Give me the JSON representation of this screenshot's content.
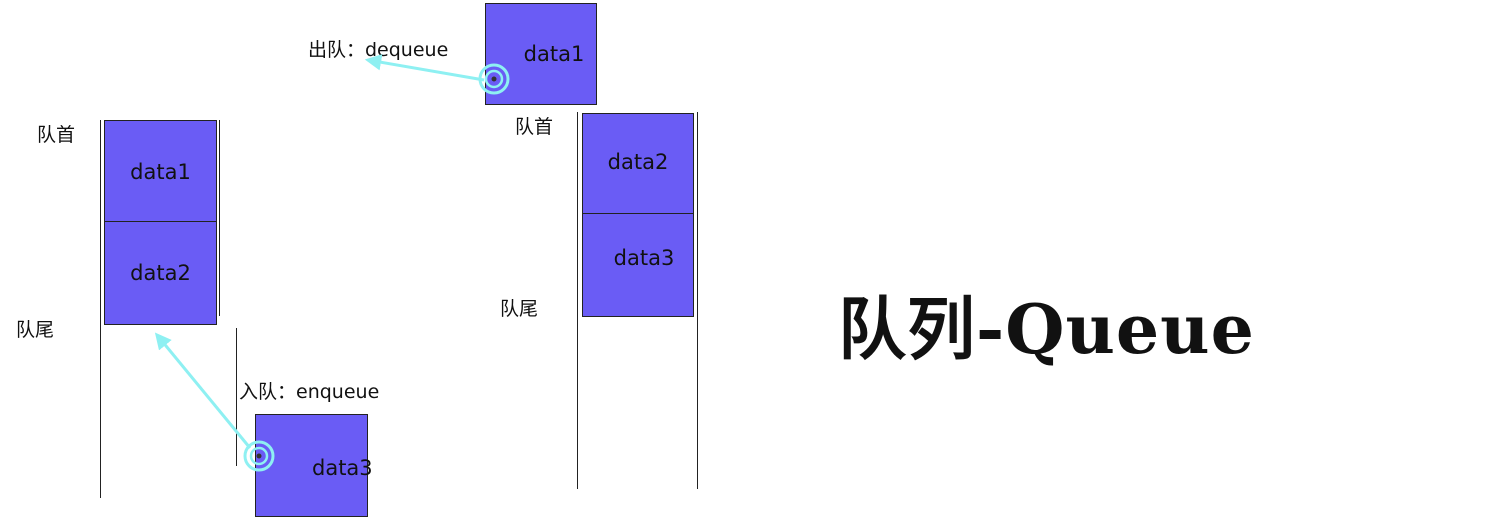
{
  "colors": {
    "box_fill": "#6a5cf5",
    "arrow": "#8ef0f2",
    "line": "#222222"
  },
  "left_queue": {
    "head_label": "队首",
    "tail_label": "队尾",
    "items": [
      "data1",
      "data2"
    ]
  },
  "enqueue": {
    "label": "入队：enqueue",
    "item": "data3",
    "icon": "click-target-icon"
  },
  "right_queue": {
    "head_label": "队首",
    "tail_label": "队尾",
    "items": [
      "data2",
      "data3"
    ]
  },
  "dequeue": {
    "label": "出队：dequeue",
    "item": "data1",
    "icon": "click-target-icon"
  },
  "title": "队列-Queue"
}
